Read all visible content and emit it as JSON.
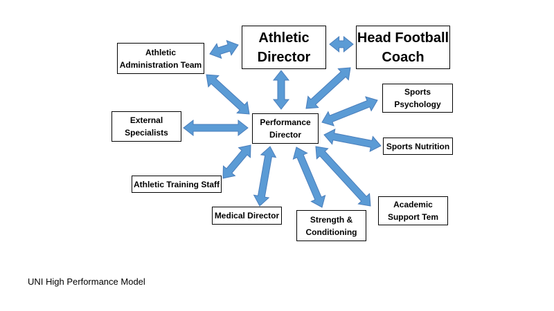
{
  "diagram": {
    "nodes": {
      "athletic_director": "Athletic\nDirector",
      "head_football_coach": "Head Football\nCoach",
      "athletic_admin_team": "Athletic\nAdministration Team",
      "performance_director": "Performance\nDirector",
      "sports_psychology": "Sports\nPsychology",
      "external_specialists": "External\nSpecialists",
      "sports_nutrition": "Sports Nutrition",
      "athletic_training_staff": "Athletic Training Staff",
      "academic_support": "Academic\nSupport Tem",
      "medical_director": "Medical Director",
      "strength_conditioning": "Strength &\nConditioning"
    },
    "arrow_color": "#5B9BD5",
    "arrow_outline": "#4A7EBB",
    "caption": "UNI High Performance Model"
  }
}
